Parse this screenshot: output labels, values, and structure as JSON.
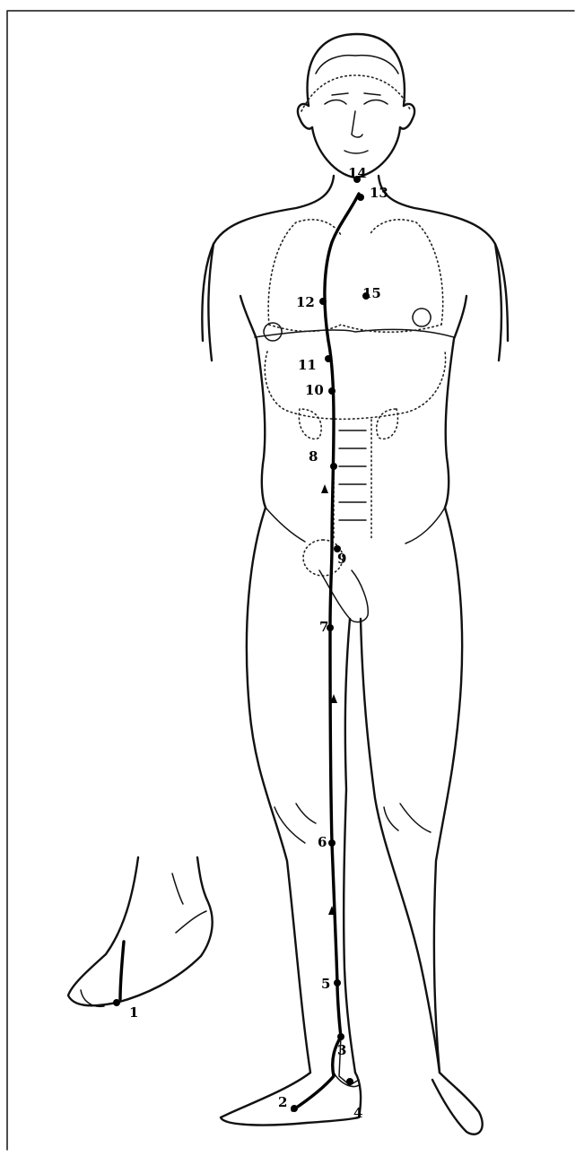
{
  "points": [
    {
      "id": "1",
      "label": "1"
    },
    {
      "id": "2",
      "label": "2"
    },
    {
      "id": "3",
      "label": "3"
    },
    {
      "id": "4",
      "label": "4"
    },
    {
      "id": "5",
      "label": "5"
    },
    {
      "id": "6",
      "label": "6"
    },
    {
      "id": "7",
      "label": "7"
    },
    {
      "id": "8",
      "label": "8"
    },
    {
      "id": "9",
      "label": "9"
    },
    {
      "id": "10",
      "label": "10"
    },
    {
      "id": "11",
      "label": "11"
    },
    {
      "id": "12",
      "label": "12"
    },
    {
      "id": "13",
      "label": "13"
    },
    {
      "id": "14",
      "label": "14"
    },
    {
      "id": "15",
      "label": "15"
    }
  ],
  "colors": {
    "ink": "#111111",
    "paper": "#ffffff"
  }
}
